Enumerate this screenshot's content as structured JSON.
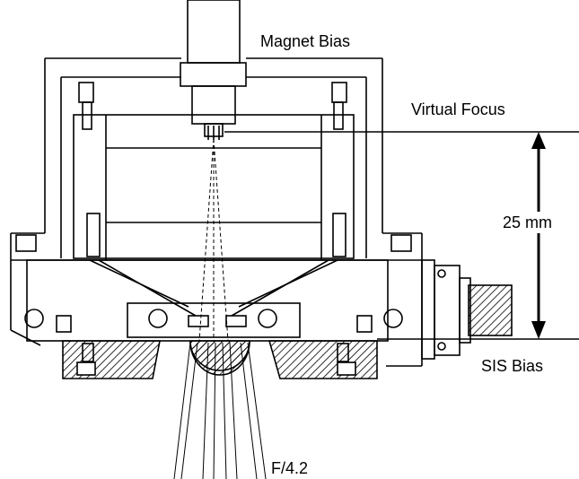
{
  "labels": {
    "magnet_bias": "Magnet Bias",
    "virtual_focus": "Virtual Focus",
    "dimension": "25 mm",
    "sis_bias": "SIS Bias",
    "f_number": "F/4.2"
  },
  "colors": {
    "line": "#000000",
    "background": "#ffffff"
  }
}
